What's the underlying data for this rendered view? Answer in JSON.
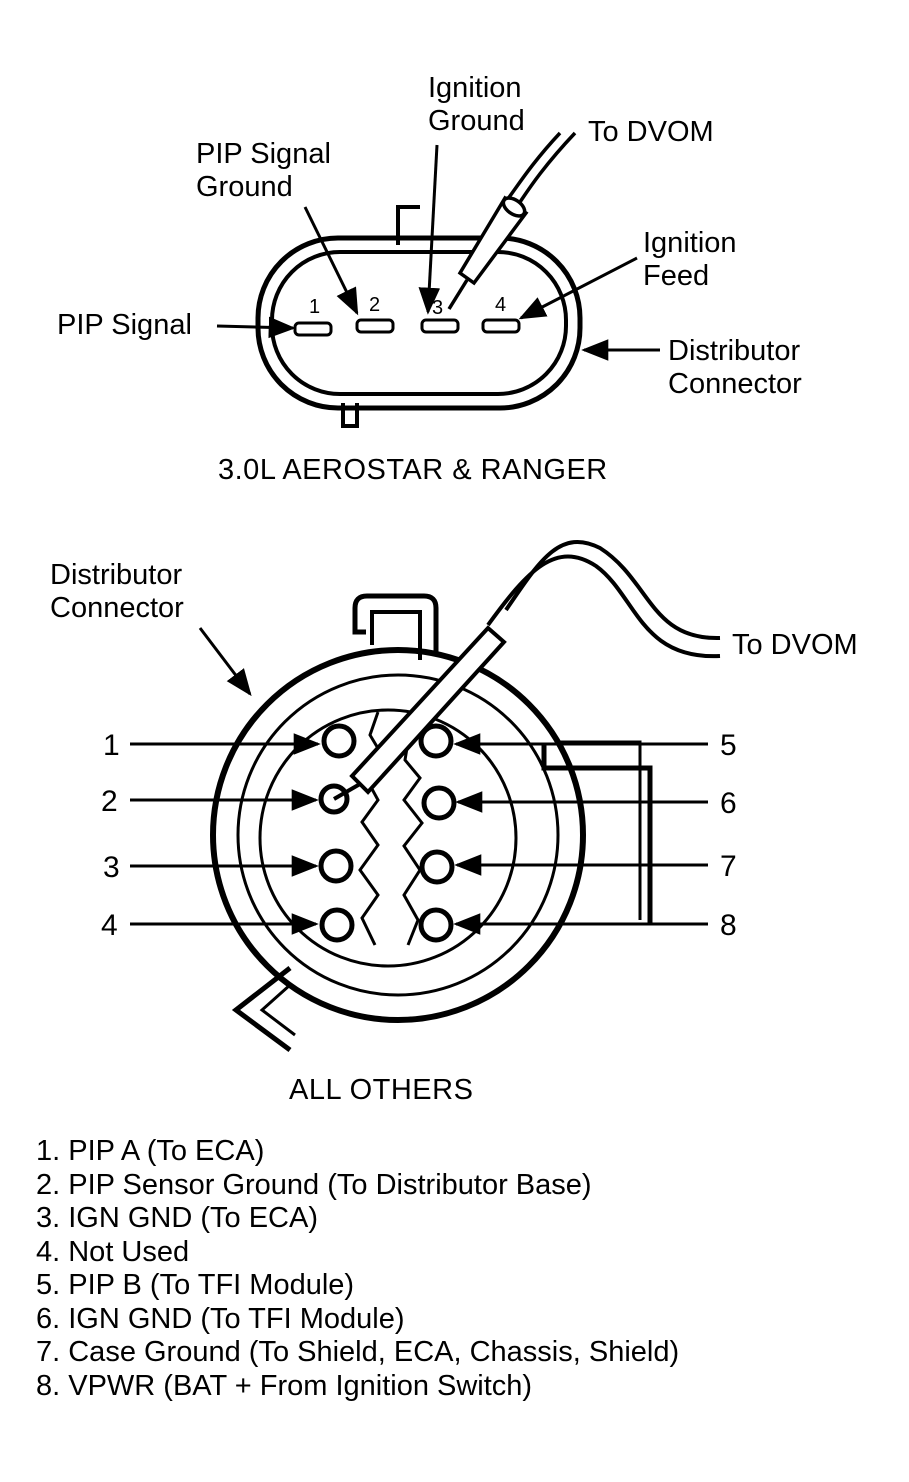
{
  "top_connector": {
    "labels": {
      "ignition_ground": [
        "Ignition",
        "Ground"
      ],
      "to_dvom": "To DVOM",
      "pip_signal_ground": [
        "PIP Signal",
        "Ground"
      ],
      "ignition_feed": [
        "Ignition",
        "Feed"
      ],
      "pip_signal": "PIP Signal",
      "distributor_connector": [
        "Distributor",
        "Connector"
      ]
    },
    "pins": [
      "1",
      "2",
      "3",
      "4"
    ],
    "caption": "3.0L AEROSTAR & RANGER"
  },
  "bottom_connector": {
    "labels": {
      "distributor_connector": [
        "Distributor",
        "Connector"
      ],
      "to_dvom": "To DVOM"
    },
    "pins_left": [
      "1",
      "2",
      "3",
      "4"
    ],
    "pins_right": [
      "5",
      "6",
      "7",
      "8"
    ],
    "caption": "ALL OTHERS"
  },
  "legend": [
    "1. PIP A (To ECA)",
    "2. PIP Sensor Ground (To Distributor Base)",
    "3. IGN GND (To ECA)",
    "4. Not Used",
    "5. PIP B (To TFI Module)",
    "6. IGN GND (To TFI Module)",
    "7. Case Ground (To Shield, ECA, Chassis, Shield)",
    "8. VPWR (BAT +  From Ignition Switch)"
  ]
}
